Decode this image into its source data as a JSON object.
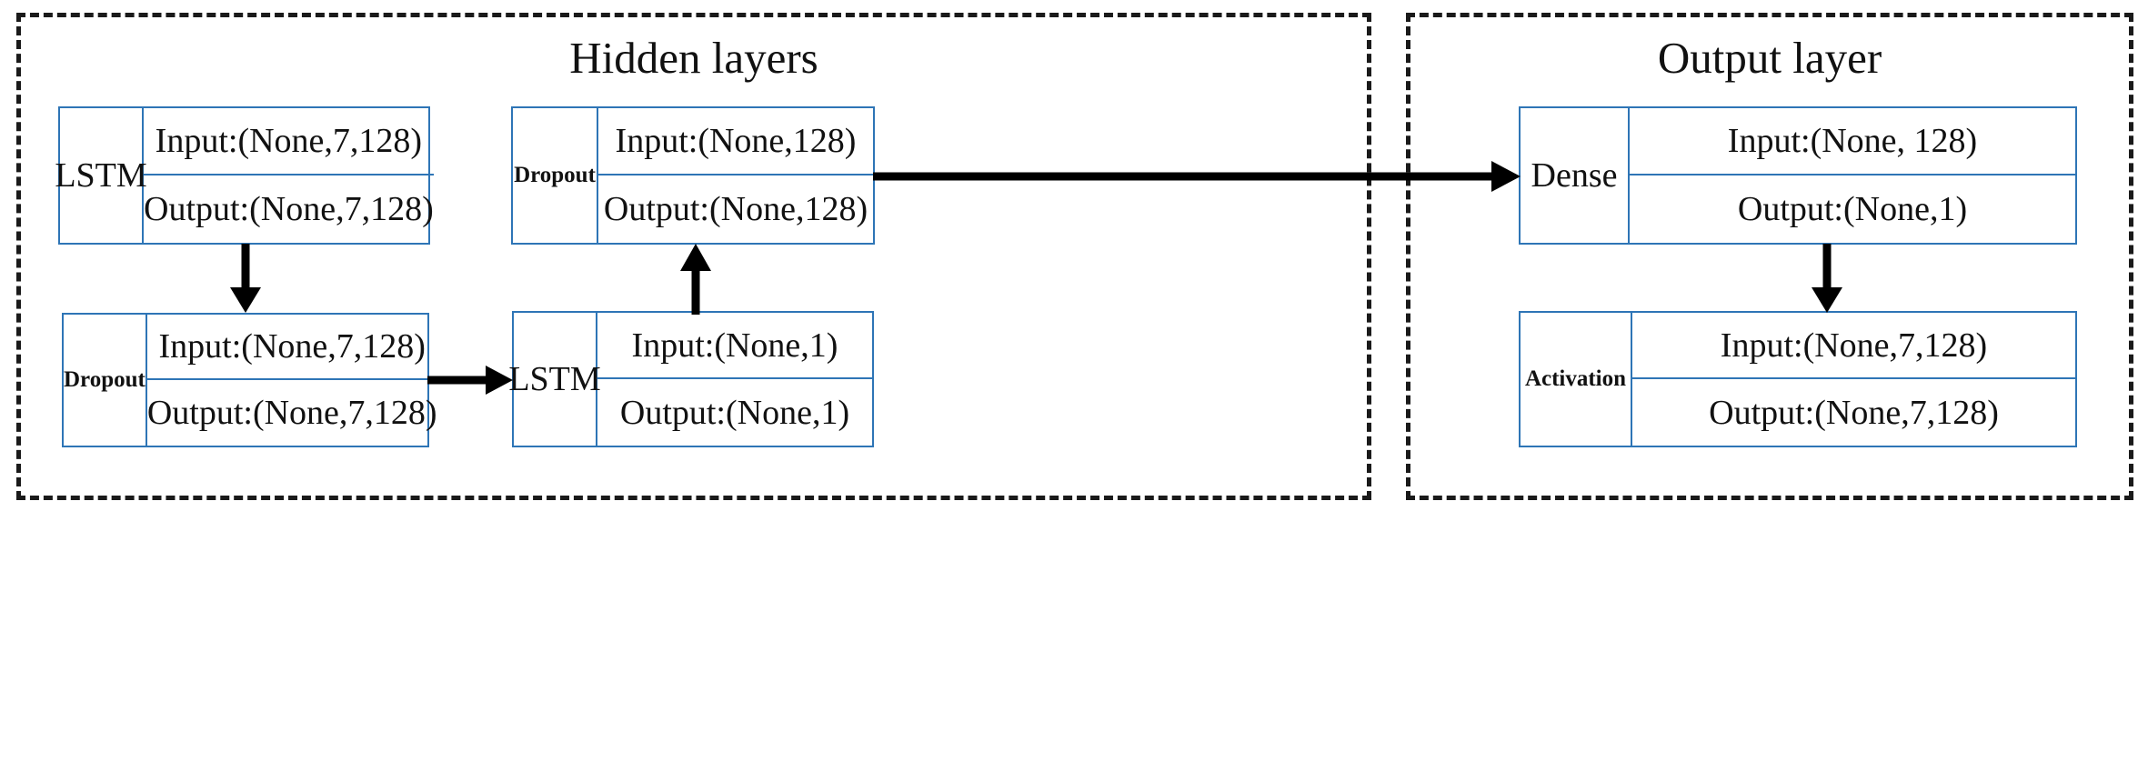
{
  "diagram": {
    "title_hidden": "Hidden layers",
    "title_output": "Output layer",
    "accent_box_color": "#2e75b6",
    "group_border_color": "#1a1a1a",
    "arrow_color": "#000000",
    "text_color": "#111111",
    "background": "#ffffff"
  },
  "groups": [
    {
      "id": "hidden-layers",
      "label": "Hidden layers"
    },
    {
      "id": "output-layer",
      "label": "Output layer"
    }
  ],
  "nodes": [
    {
      "id": "lstm-1",
      "name": "LSTM",
      "name_style": "plain",
      "input": "Input:(None,7,128)",
      "output": "Output:(None,7,128)"
    },
    {
      "id": "dropout-1",
      "name": "Dropout",
      "name_style": "small-bold",
      "input": "Input:(None,7,128)",
      "output": "Output:(None,7,128)"
    },
    {
      "id": "lstm-2",
      "name": "LSTM",
      "name_style": "plain",
      "input": "Input:(None,1)",
      "output": "Output:(None,1)"
    },
    {
      "id": "dropout-2",
      "name": "Dropout",
      "name_style": "small-bold",
      "input": "Input:(None,128)",
      "output": "Output:(None,128)"
    },
    {
      "id": "dense-1",
      "name": "Dense",
      "name_style": "plain",
      "input": "Input:(None, 128)",
      "output": "Output:(None,1)"
    },
    {
      "id": "activation-1",
      "name": "Activation",
      "name_style": "small-bold",
      "input": "Input:(None,7,128)",
      "output": "Output:(None,7,128)"
    }
  ],
  "connections": [
    {
      "id": "lstm1-to-dropout1",
      "direction": "down"
    },
    {
      "id": "dropout1-to-lstm2",
      "direction": "right"
    },
    {
      "id": "lstm2-to-dropout2",
      "direction": "up"
    },
    {
      "id": "dropout2-to-dense1",
      "direction": "right"
    },
    {
      "id": "dense1-to-activation1",
      "direction": "down"
    }
  ]
}
